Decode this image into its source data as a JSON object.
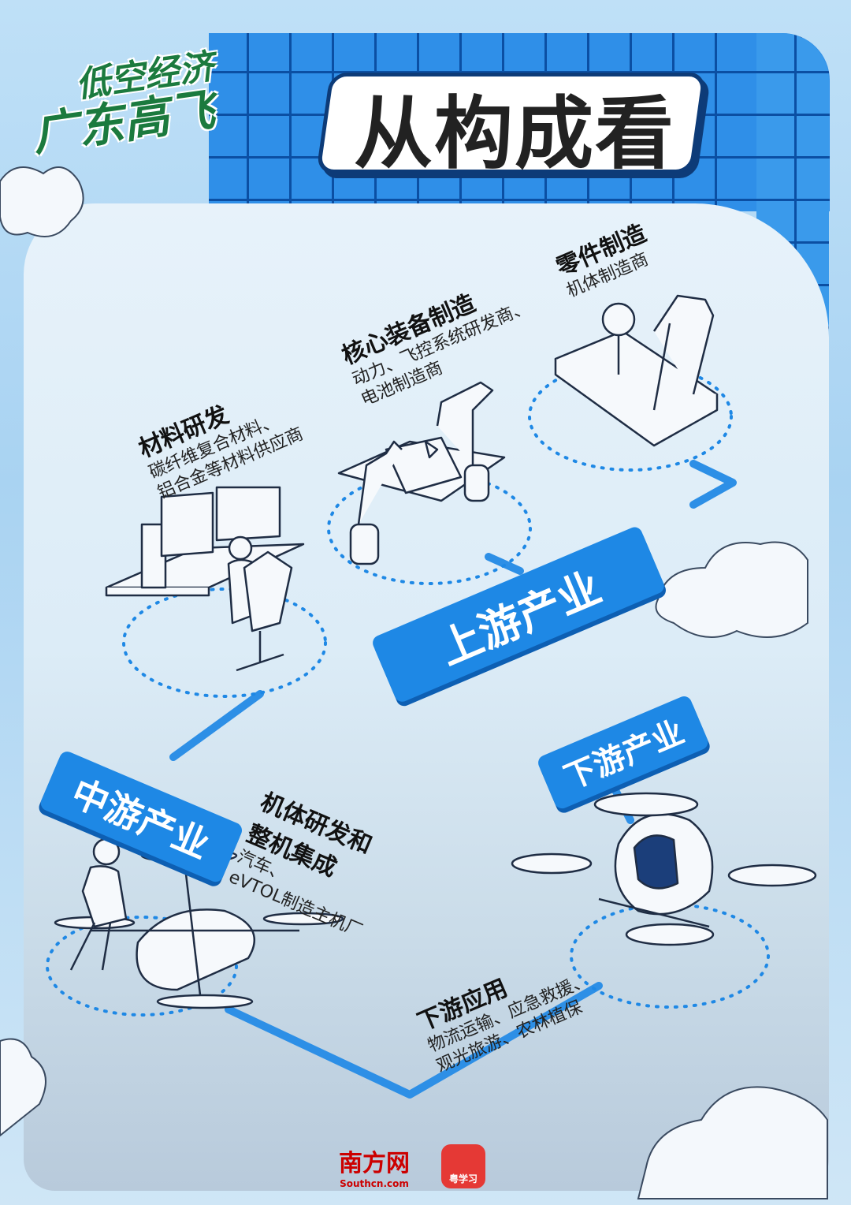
{
  "logo": {
    "line1": "低空经济",
    "line2": "广东高飞"
  },
  "title": "从构成看",
  "upstream": {
    "label": "上游产业",
    "items": [
      {
        "title": "材料研发",
        "sub1": "碳纤维复合材料、",
        "sub2": "铝合金等材料供应商"
      },
      {
        "title": "核心装备制造",
        "sub1": "动力、飞控系统研发商、",
        "sub2": "电池制造商"
      },
      {
        "title": "零件制造",
        "sub1": "机体制造商",
        "sub2": ""
      }
    ]
  },
  "midstream": {
    "label": "中游产业",
    "title1": "机体研发和",
    "title2": "整机集成",
    "sub1": "汽车、",
    "sub2": "eVTOL制造主机厂"
  },
  "downstream": {
    "label": "下游产业",
    "title": "下游应用",
    "sub1": "物流运输、应急救援、",
    "sub2": "观光旅游、农林植保"
  },
  "footer": {
    "brand": "南方网",
    "domain": "Southcn.com",
    "app": "粤学习"
  },
  "colors": {
    "accent": "#1e88e5",
    "dark": "#0d3b78"
  }
}
